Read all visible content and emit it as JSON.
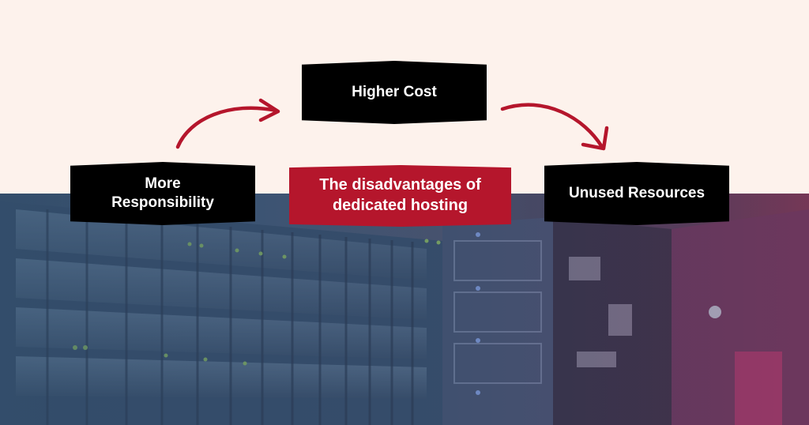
{
  "diagram": {
    "center_label": "The disadvantages of dedicated hosting",
    "items": [
      {
        "label": "Higher Cost"
      },
      {
        "label": "More Responsibility"
      },
      {
        "label": "Unused Resources"
      }
    ]
  },
  "colors": {
    "accent_red": "#b5162c",
    "label_black": "#000000",
    "background_top": "#fdf2ec",
    "arrow_red": "#b5162c"
  },
  "background_image": {
    "subject": "server-racks-photo"
  }
}
